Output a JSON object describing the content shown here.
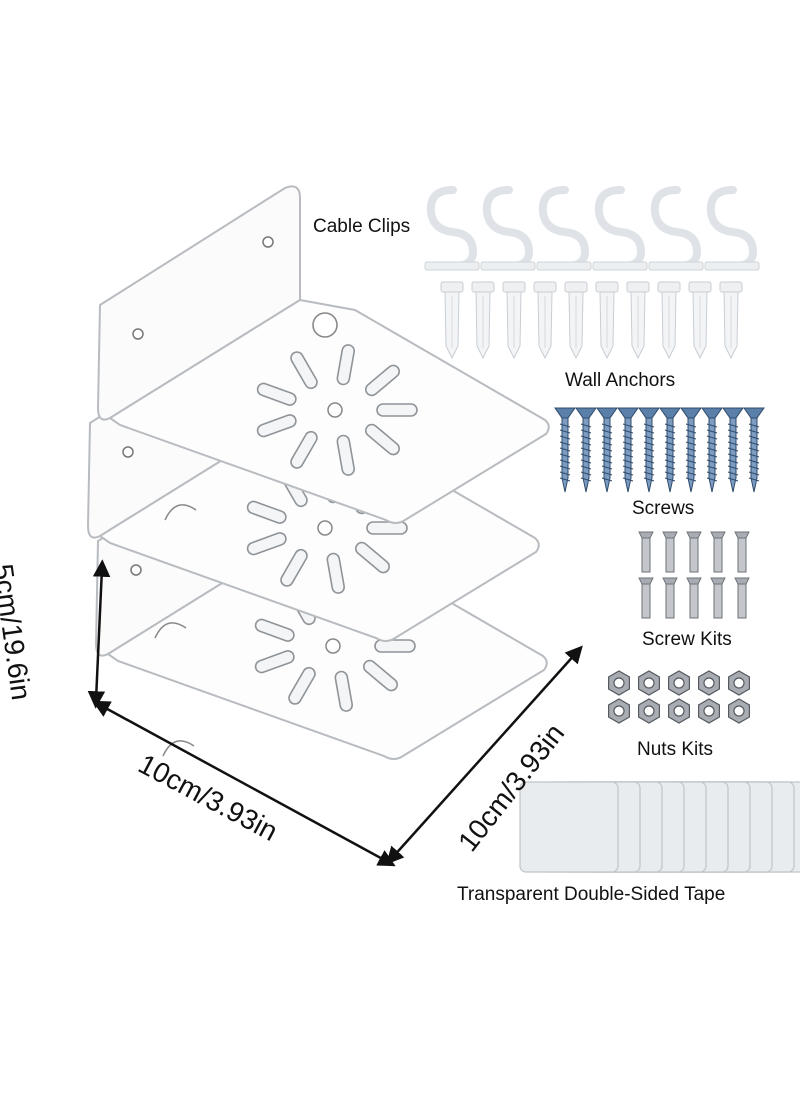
{
  "labels": {
    "cable_clips": "Cable Clips",
    "wall_anchors": "Wall Anchors",
    "screws": "Screws",
    "screw_kits": "Screw Kits",
    "nuts_kits": "Nuts Kits",
    "tape": "Transparent Double-Sided Tape"
  },
  "dimensions": {
    "height": "5cm/19.6in",
    "width": "10cm/3.93in",
    "depth": "10cm/3.93in"
  },
  "counts": {
    "shelves": 3,
    "cable_clips": 6,
    "wall_anchors": 10,
    "screws": 10,
    "screw_kits": 10,
    "nuts": 10,
    "tape_strips": 10
  },
  "colors": {
    "acrylic_edge": "#b8bcc0",
    "screw_blue": "#5a7fa8",
    "steel": "#a9adb3",
    "tape": "#e9ecef"
  }
}
